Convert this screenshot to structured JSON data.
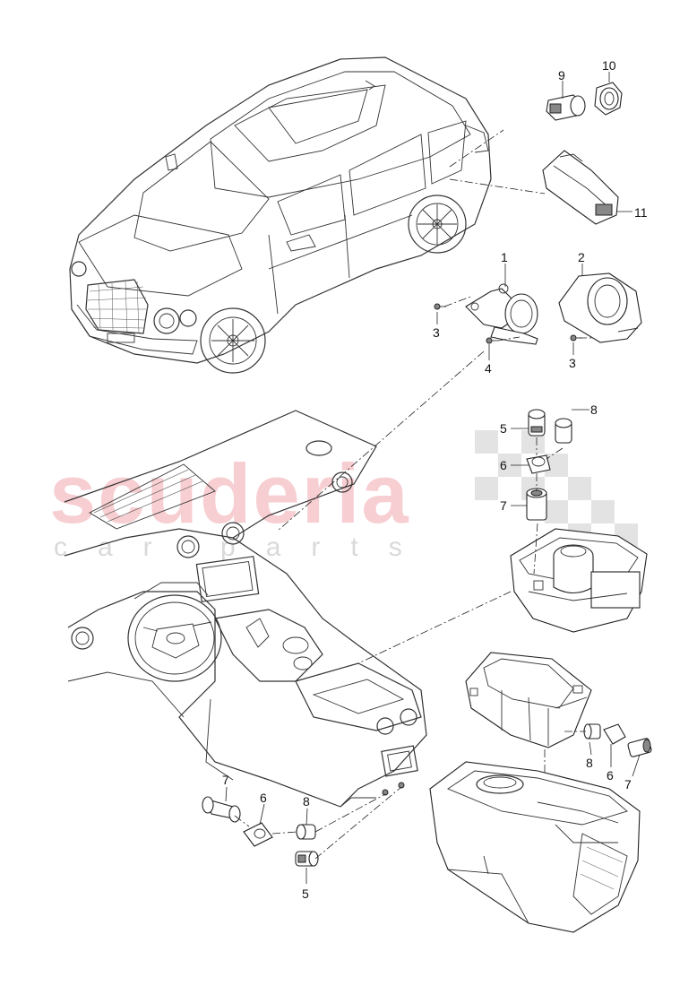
{
  "watermark": {
    "main": "scuderia",
    "sub": "car parts"
  },
  "callouts": {
    "c1": "1",
    "c2": "2",
    "c3a": "3",
    "c3b": "3",
    "c4": "4",
    "c5a": "5",
    "c5b": "5",
    "c6a": "6",
    "c6b": "6",
    "c6c": "6",
    "c7a": "7",
    "c7b": "7",
    "c7c": "7",
    "c8a": "8",
    "c8b": "8",
    "c8c": "8",
    "c9": "9",
    "c10": "10",
    "c11": "11"
  }
}
